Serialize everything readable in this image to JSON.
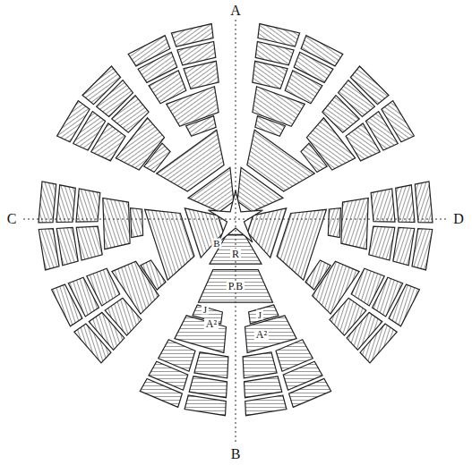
{
  "diagram": {
    "labels": [
      "A",
      "C",
      "D",
      "B",
      "R",
      "P.B",
      "A²",
      "J",
      "J",
      "A²",
      "B"
    ]
  }
}
